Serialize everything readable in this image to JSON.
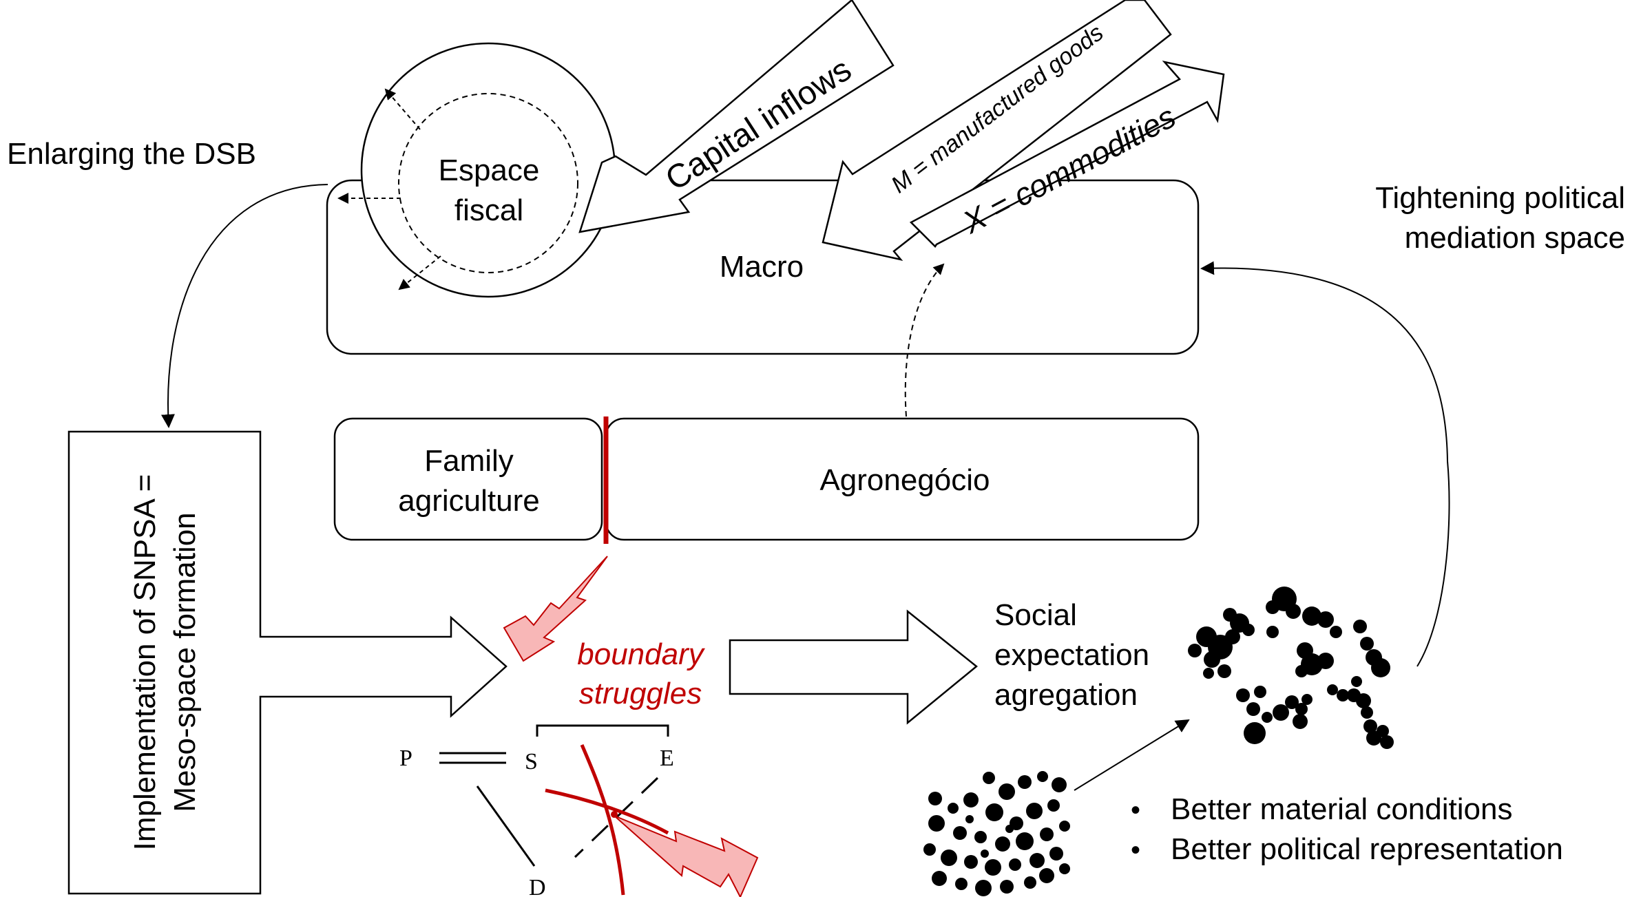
{
  "texts": {
    "enlarging": "Enlarging the DSB",
    "espace_line1": "Espace",
    "espace_line2": "fiscal",
    "capital": "Capital inflows",
    "imports": "M = manufactured goods",
    "exports": "X = commodities",
    "macro": "Macro",
    "tightening_line1": "Tightening political",
    "tightening_line2": "mediation space",
    "family_line1": "Family",
    "family_line2": "agriculture",
    "agro": "Agronegócio",
    "snpsa_line1": "Implementation of SNPSA =",
    "snpsa_line2": "Meso-space formation",
    "boundary_line1": "boundary",
    "boundary_line2": "struggles",
    "social_line1": "Social",
    "social_line2": "expectation",
    "social_line3": "agregation",
    "bullet1": "Better material conditions",
    "bullet2": "Better political representation",
    "label_p": "P",
    "label_s": "S",
    "label_e": "E",
    "label_d": "D"
  },
  "colors": {
    "ink": "#000000",
    "accent_red": "#c00000",
    "lightning_fill": "#f8b7b7",
    "lightning_stroke": "#c00000"
  },
  "icons": {
    "bullet": "•"
  }
}
